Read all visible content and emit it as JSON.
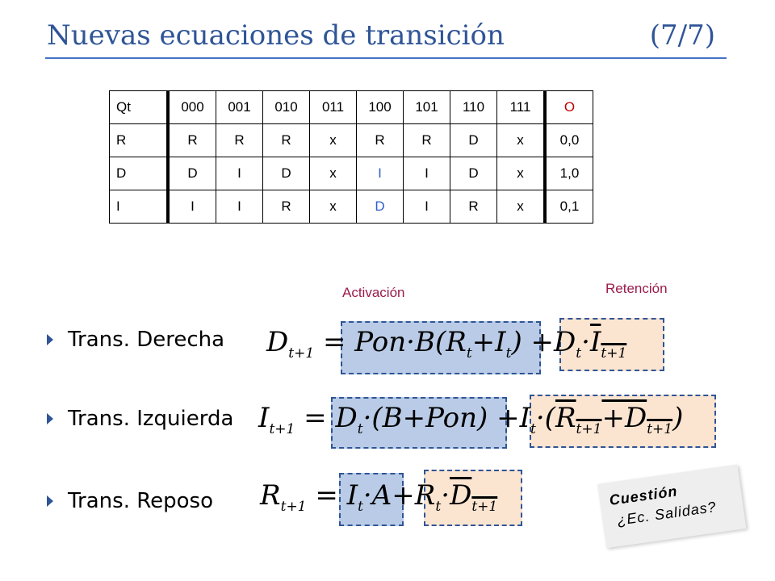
{
  "title": {
    "text": "Nuevas ecuaciones de transición",
    "page": "(7/7)"
  },
  "table": {
    "headers": [
      "Qt",
      "000",
      "001",
      "010",
      "011",
      "100",
      "101",
      "110",
      "111",
      "O"
    ],
    "rows": [
      [
        "R",
        "R",
        "R",
        "R",
        "x",
        "R",
        "R",
        "D",
        "x",
        "0,0"
      ],
      [
        "D",
        "D",
        "I",
        "D",
        "x",
        "I",
        "I",
        "D",
        "x",
        "1,0"
      ],
      [
        "I",
        "I",
        "I",
        "R",
        "x",
        "D",
        "I",
        "R",
        "x",
        "0,1"
      ]
    ],
    "colors": {
      "output_header": "#c00000",
      "highlight": "#2f5fc8"
    }
  },
  "labels": {
    "activacion": "Activación",
    "retencion": "Retención"
  },
  "bullets": [
    {
      "label": "Trans. Derecha"
    },
    {
      "label": "Trans. Izquierda"
    },
    {
      "label": "Trans. Reposo"
    }
  ],
  "equations": {
    "derecha": {
      "lhs": "D",
      "lhs_sub": "t+1",
      "act": "Pon·B(R",
      "act_sub1": "t",
      "act_mid": "+I",
      "act_sub2": "t",
      "act_end": ")",
      "ret1": "D",
      "ret1_sub": "t",
      "ret2": "·",
      "ret3": "I",
      "ret3_sub": "t+1"
    },
    "izquierda": {
      "lhs": "I",
      "lhs_sub": "t+1",
      "act": "D",
      "act_sub": "t",
      "act_end": "·(B+Pon)",
      "ret1": "I",
      "ret1_sub": "t",
      "ret2": "·(",
      "ret3": "R",
      "ret3_sub": "t+1",
      "ret4": "+D",
      "ret4_sub": "t+1",
      "ret5": ")"
    },
    "reposo": {
      "lhs": "R",
      "lhs_sub": "t+1",
      "act": "I",
      "act_sub": "t",
      "act_end": "·A",
      "ret1": "R",
      "ret1_sub": "t",
      "ret2": "·",
      "ret3": "D",
      "ret3_sub": "t+1"
    }
  },
  "note": {
    "line1": "Cuestión",
    "line2": "¿Ec. Salidas?"
  }
}
